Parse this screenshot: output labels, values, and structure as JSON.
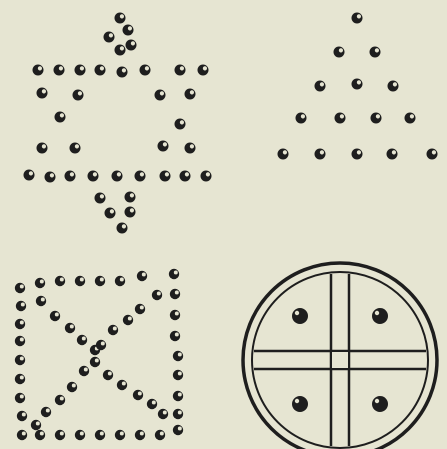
{
  "figures": [
    {
      "name": "six-pointed-star-dot-pattern",
      "dot_color": "#1e1e1e"
    },
    {
      "name": "triangle-dot-pattern",
      "dot_color": "#1e1e1e"
    },
    {
      "name": "square-with-hourglass-dot-pattern",
      "dot_color": "#1e1e1e"
    },
    {
      "name": "circle-with-cross-and-four-dots",
      "line_color": "#1e1e1e"
    }
  ],
  "colors": {
    "background": "#e6e5d2",
    "ink": "#1e1e1e"
  }
}
